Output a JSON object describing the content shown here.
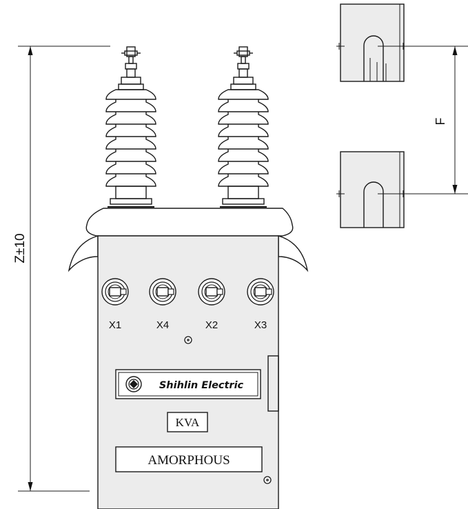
{
  "dimensions": {
    "height_label": "Z±10",
    "spacing_label": "F"
  },
  "terminals": [
    "X1",
    "X4",
    "X2",
    "X3"
  ],
  "nameplate": {
    "brand": "Shihlin Electric",
    "rating": "KVA",
    "core_type": "AMORPHOUS"
  }
}
